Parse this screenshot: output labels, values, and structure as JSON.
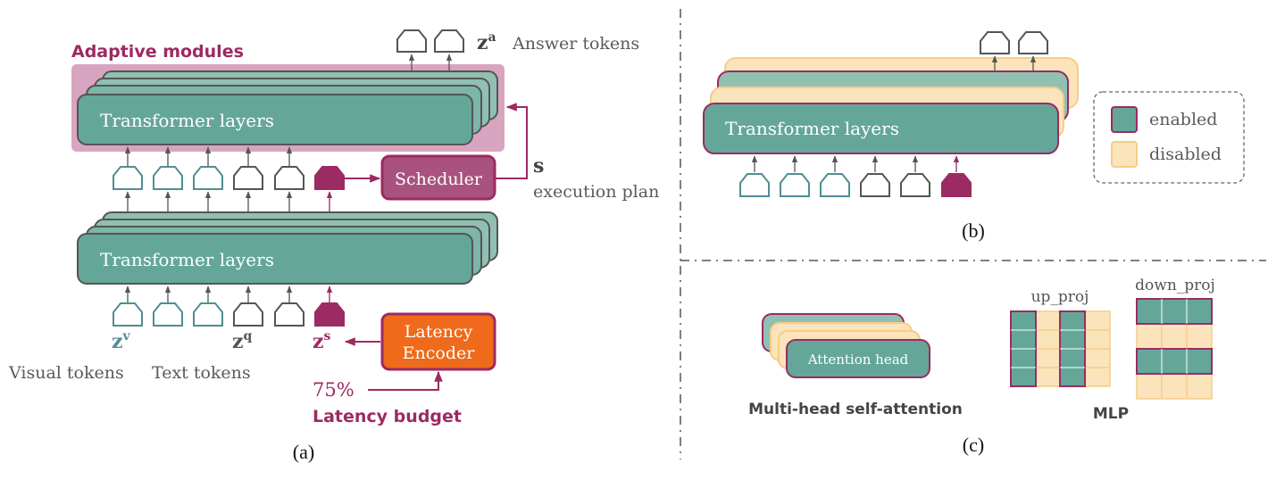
{
  "colors": {
    "teal": "#64a799",
    "teal_light": "#8fc0b2",
    "dark_outline": "#555555",
    "magenta": "#9c2a63",
    "magenta_light": "#d8a5c0",
    "scheduler_fill": "#a9527f",
    "orange": "#ef6a1a",
    "disabled_fill": "#fbe4bc",
    "disabled_stroke": "#f5cd86",
    "token_teal": "#4f8e94",
    "token_gray": "#555555"
  },
  "panel_a": {
    "adaptive_label": "Adaptive modules",
    "upper_layers": "Transformer layers",
    "lower_layers": "Transformer layers",
    "scheduler": "Scheduler",
    "plan_symbol": "s",
    "plan_label": "execution plan",
    "answer_symbol_base": "z",
    "answer_symbol_sup": "a",
    "answer_label": "Answer tokens",
    "visual_symbol_base": "z",
    "visual_symbol_sup": "v",
    "text_symbol_base": "z",
    "text_symbol_sup": "q",
    "latency_symbol_base": "z",
    "latency_symbol_sup": "s",
    "latency_encoder_line1": "Latency",
    "latency_encoder_line2": "Encoder",
    "budget_value": "75%",
    "budget_label": "Latency budget",
    "visual_label": "Visual tokens",
    "text_label": "Text tokens",
    "caption": "(a)"
  },
  "panel_b": {
    "layers": "Transformer layers",
    "legend_enabled": "enabled",
    "legend_disabled": "disabled",
    "caption": "(b)"
  },
  "panel_c": {
    "attention_head": "Attention head",
    "mhsa_label": "Multi-head self-attention",
    "up_proj": "up_proj",
    "down_proj": "down_proj",
    "mlp_label": "MLP",
    "caption": "(c)"
  }
}
